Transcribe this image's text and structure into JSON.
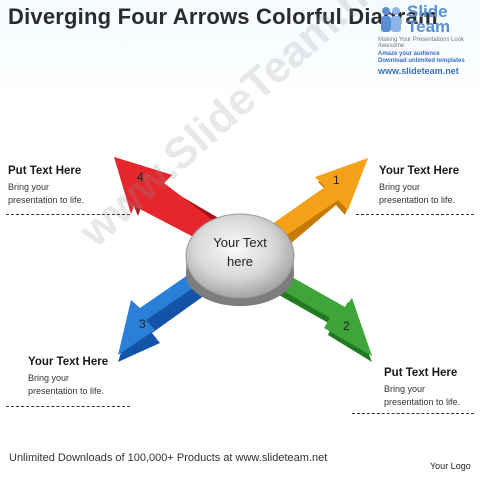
{
  "title": "Diverging Four Arrows Colorful Diagram",
  "logo": {
    "words": [
      "Slide",
      "Team"
    ],
    "tagline": "Making Your Presentations Look Awesome",
    "promo": [
      "Amaze your audience",
      "Download unlimited templates"
    ],
    "url": "www.slideteam.net"
  },
  "center_label": [
    "Your Text",
    "here"
  ],
  "arrows": [
    {
      "number": "1",
      "color": "#f5a21b",
      "shade": "#c67a06"
    },
    {
      "number": "2",
      "color": "#3fa53a",
      "shade": "#217a21"
    },
    {
      "number": "3",
      "color": "#2a7fd8",
      "shade": "#1454a8"
    },
    {
      "number": "4",
      "color": "#e5262d",
      "shade": "#a51116"
    }
  ],
  "text_blocks": {
    "top_left": {
      "heading": "Put Text Here",
      "body": [
        "Bring your",
        "presentation to life."
      ]
    },
    "top_right": {
      "heading": "Your Text Here",
      "body": [
        "Bring your",
        "presentation to life."
      ]
    },
    "bottom_left": {
      "heading": "Your Text Here",
      "body": [
        "Bring your",
        "presentation to life."
      ]
    },
    "bottom_right": {
      "heading": "Put Text Here",
      "body": [
        "Bring your",
        "presentation to life."
      ]
    }
  },
  "watermark": "www.SlideTeam.net",
  "footer": "Unlimited Downloads of 100,000+ Products at www.slideteam.net",
  "your_logo": "Your Logo"
}
